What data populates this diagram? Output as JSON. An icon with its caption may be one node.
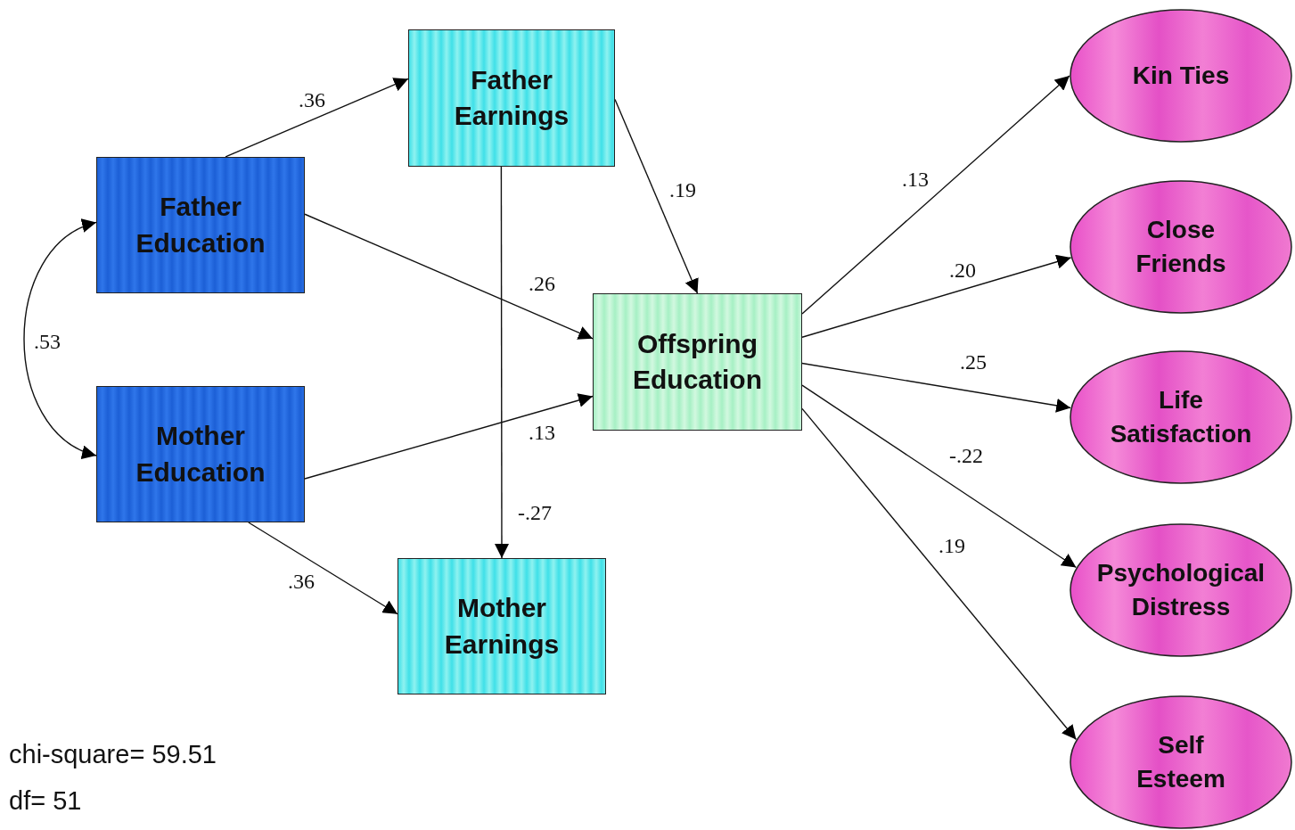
{
  "diagram": {
    "nodes": [
      {
        "text": [
          "Father Education"
        ]
      },
      {
        "text": [
          "Mother Education"
        ]
      },
      {
        "text": [
          "Father Earnings"
        ]
      },
      {
        "text": [
          "Mother Earnings"
        ]
      },
      {
        "text": [
          "Offspring Education"
        ]
      },
      {
        "text": [
          "Kin Ties"
        ]
      },
      {
        "text": [
          "Close Friends"
        ]
      },
      {
        "text": [
          "Life Satisfaction"
        ]
      },
      {
        "text": [
          "Psychological Distress"
        ]
      },
      {
        "text": [
          "Self Esteem"
        ]
      }
    ],
    "edges": [
      {
        "from": 0,
        "to": 2,
        "arrow": "to",
        "label": ".36"
      },
      {
        "from": 0,
        "to": 4,
        "arrow": "to",
        "label": ".26"
      },
      {
        "from": 1,
        "to": 4,
        "arrow": "to",
        "label": ".13"
      },
      {
        "from": 1,
        "to": 3,
        "arrow": "to",
        "label": ".36"
      },
      {
        "from": 2,
        "to": 4,
        "arrow": "to",
        "label": ".19"
      },
      {
        "from": 2,
        "to": 3,
        "arrow": "to",
        "label": "-.27"
      },
      {
        "from": 0,
        "to": 1,
        "arrow": "both",
        "label": ".53"
      },
      {
        "from": 4,
        "to": 5,
        "arrow": "to",
        "label": ".13"
      },
      {
        "from": 4,
        "to": 6,
        "arrow": "to",
        "label": ".20"
      },
      {
        "from": 4,
        "to": 7,
        "arrow": "to",
        "label": ".25"
      },
      {
        "from": 4,
        "to": 8,
        "arrow": "to",
        "label": "-.22"
      },
      {
        "from": 4,
        "to": 9,
        "arrow": "to",
        "label": ".19"
      }
    ],
    "labels": [
      "chi-square= 59.51",
      "df= 51"
    ]
  }
}
